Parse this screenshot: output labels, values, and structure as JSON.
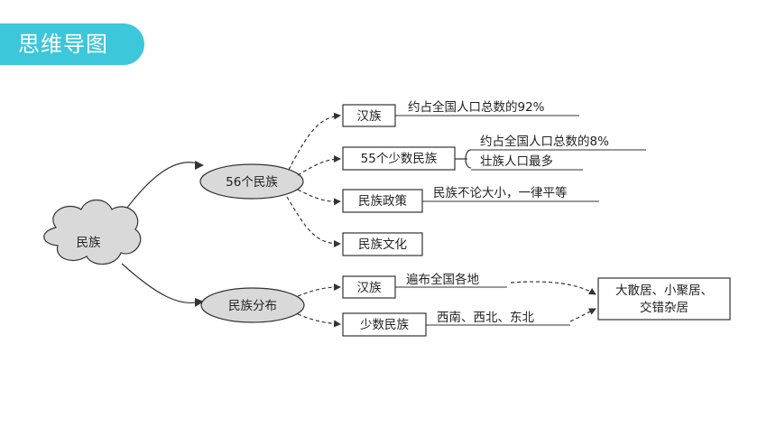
{
  "header": {
    "title": "思维导图"
  },
  "diagram": {
    "root": "民族",
    "branches": {
      "ethnic56": "56个民族",
      "distribution": "民族分布"
    },
    "nodes": {
      "han": "汉族",
      "minority55": "55个少数民族",
      "policy": "民族政策",
      "culture": "民族文化",
      "dist_han": "汉族",
      "dist_minority": "少数民族",
      "summary_line1": "大散居、小聚居、",
      "summary_line2": "交错杂居"
    },
    "notes": {
      "han_share": "约占全国人口总数的92%",
      "minority_share": "约占全国人口总数的8%",
      "zhuang": "壮族人口最多",
      "policy_text": "民族不论大小，一律平等",
      "han_dist": "遍布全国各地",
      "minority_dist": "西南、西北、东北"
    }
  }
}
